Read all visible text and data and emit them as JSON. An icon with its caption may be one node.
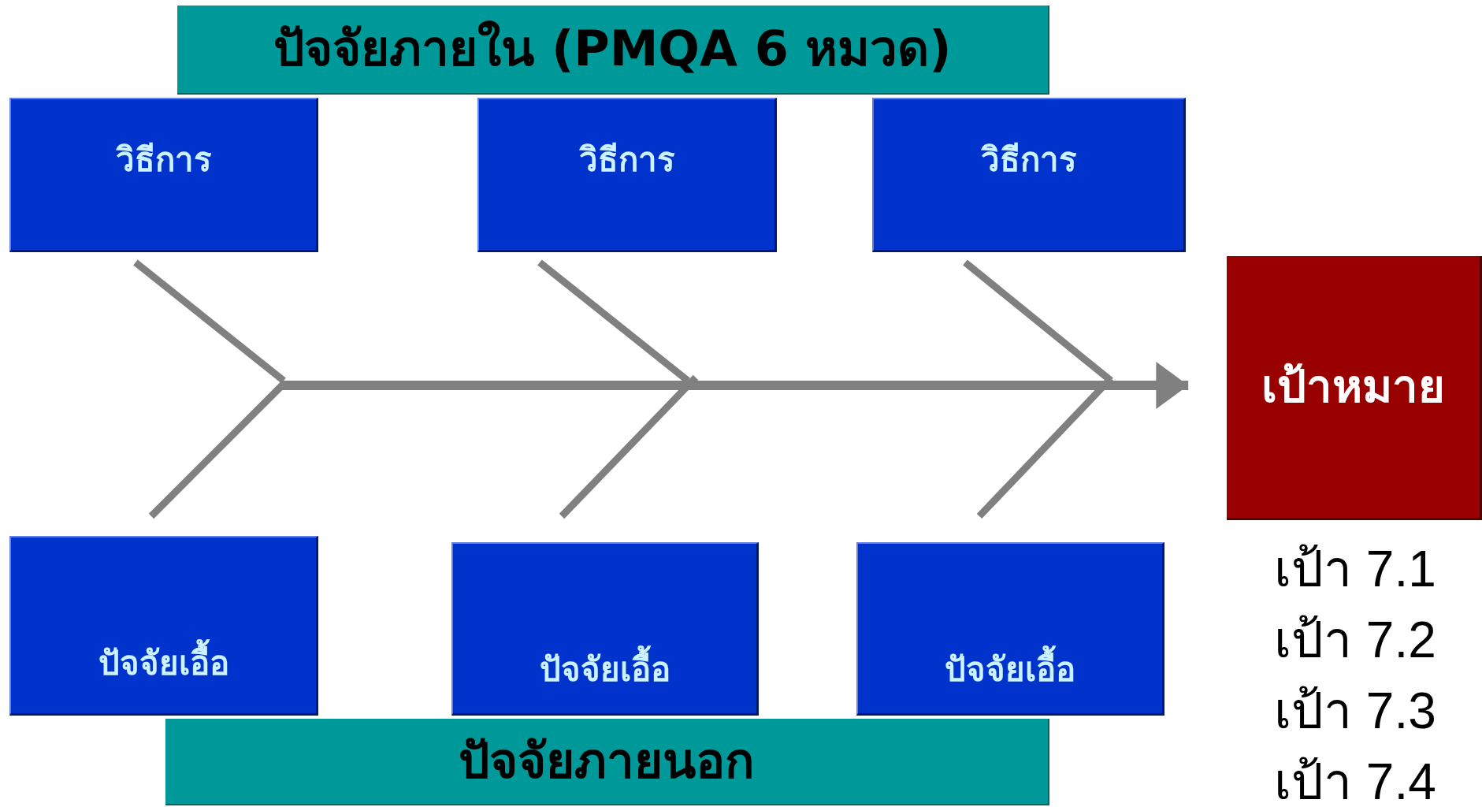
{
  "diagram": {
    "nodes": [
      {
        "text": [
          "ปัจจัยภายใน (PMQA 6 หมวด)"
        ]
      },
      {
        "text": [
          "วิธีการ"
        ]
      },
      {
        "text": [
          "วิธีการ"
        ]
      },
      {
        "text": [
          "วิธีการ"
        ]
      },
      {
        "text": [
          "ปัจจัยเอื้อ"
        ]
      },
      {
        "text": [
          "ปัจจัยเอื้อ"
        ]
      },
      {
        "text": [
          "ปัจจัยเอื้อ"
        ]
      },
      {
        "text": [
          "ปัจจัยภายนอก"
        ]
      },
      {
        "text": [
          "เป้าหมาย"
        ],
        "beside": [
          "เป้า 7.1",
          "เป้า 7.2",
          "เป้า 7.3",
          "เป้า 7.4"
        ]
      }
    ],
    "edges": [
      {
        "from": null,
        "to": 8,
        "arrow": "to"
      }
    ]
  }
}
